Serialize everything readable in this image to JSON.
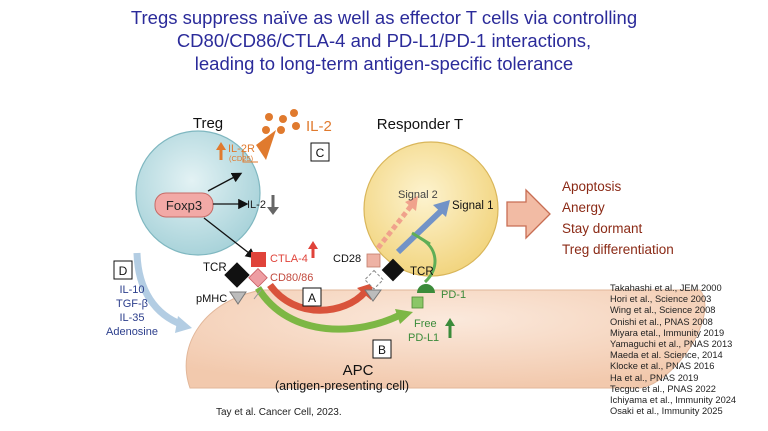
{
  "title": {
    "line1": "Tregs suppress naïve as well as effector T cells via controlling",
    "line2": "CD80/CD86/CTLA-4 and PD-L1/PD-1 interactions,",
    "line3": "leading to long-term antigen-specific tolerance"
  },
  "treg": {
    "label": "Treg",
    "foxp3": "Foxp3",
    "il2_inner": "IL-2",
    "il2r": "IL-2R",
    "cd25": "(CD25)"
  },
  "il2_external": "IL-2",
  "responder": {
    "label": "Responder T",
    "signal2": "Signal 2",
    "signal1": "Signal 1"
  },
  "molecules": {
    "ctla4": "CTLA-4",
    "cd80_86": "CD80/86",
    "cd28": "CD28",
    "tcr_left": "TCR",
    "tcr_right": "TCR",
    "pmhc": "pMHC",
    "pd1": "PD-1",
    "free": "Free",
    "pdl1": "PD-L1"
  },
  "boxes": {
    "a": "A",
    "b": "B",
    "c": "C",
    "d": "D"
  },
  "mechanism_d": [
    "IL-10",
    "TGF-β",
    "IL-35",
    "Adenosine"
  ],
  "apc": {
    "label": "APC",
    "sublabel": "(antigen-presenting cell)"
  },
  "outcomes": [
    "Apoptosis",
    "Anergy",
    "Stay dormant",
    "Treg differentiation"
  ],
  "citation": "Tay et al. Cancer Cell, 2023.",
  "references": [
    "Takahashi et al., JEM 2000",
    "Hori et al., Science 2003",
    "Wing et al., Science 2008",
    "Onishi et al., PNAS 2008",
    "Miyara etal., Immunity 2019",
    "Yamaguchi et al., PNAS 2013",
    "Maeda et al. Science, 2014",
    "Klocke et al., PNAS 2016",
    "Ha et al., PNAS 2019",
    "Tecguc et al., PNAS 2022",
    "Ichiyama et al., Immunity 2024",
    "Osaki et al., Immunity 2025"
  ],
  "colors": {
    "title": "#2b2b9a",
    "treg_cell": "#b9dde3",
    "responder_cell": "#f7e29b",
    "apc": "#f6d6c0",
    "foxp3": "#f2a9a6",
    "il2": "#e07a2e",
    "ctla4": "#e0433a",
    "arrow_a": "#d9533b",
    "arrow_b": "#7db744",
    "pd1": "#3b8b3a",
    "outcome_text": "#8b2a16",
    "mechanism_d": "#2c3e8c"
  }
}
